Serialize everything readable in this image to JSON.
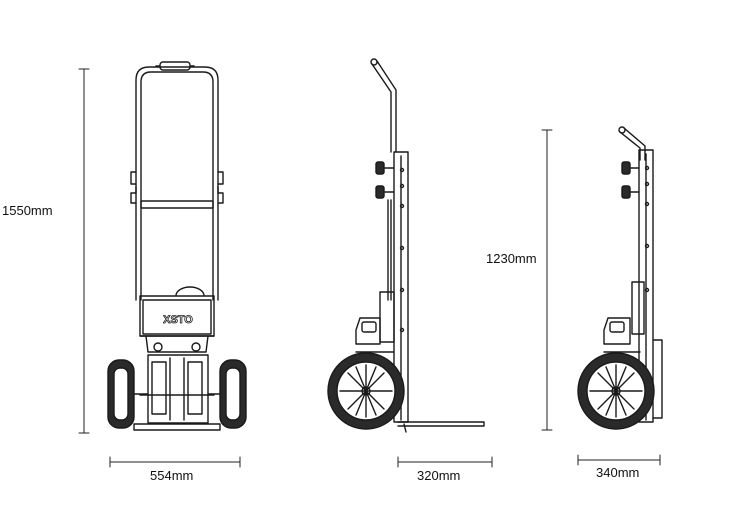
{
  "dimensions": {
    "front_height": "1550mm",
    "front_width": "554mm",
    "side_depth": "320mm",
    "folded_height": "1230mm",
    "folded_depth": "340mm"
  },
  "brand_logo_text": "XSTO",
  "colors": {
    "line": "#1a1a1a",
    "dim_line": "#222222",
    "tire": "#2a2a2a",
    "background": "#ffffff"
  }
}
